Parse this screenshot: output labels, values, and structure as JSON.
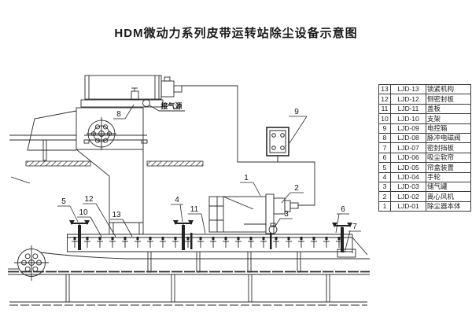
{
  "title": "HDM微动力系列皮带运转站除尘设备示意图",
  "colors": {
    "ink": "#2a2a2a",
    "paper": "#ffffff"
  },
  "diagram": {
    "air_source_label": "接气源",
    "callouts": [
      "1",
      "2",
      "3",
      "4",
      "5",
      "6",
      "7",
      "8",
      "9",
      "10",
      "11",
      "12",
      "13"
    ]
  },
  "parts_table": {
    "rows": [
      {
        "no": "13",
        "code": "LJD-13",
        "name": "锁紧机构"
      },
      {
        "no": "12",
        "code": "LJD-12",
        "name": "侧密封板"
      },
      {
        "no": "11",
        "code": "LJD-11",
        "name": "盖板"
      },
      {
        "no": "10",
        "code": "LJD-10",
        "name": "支架"
      },
      {
        "no": "9",
        "code": "LJD-09",
        "name": "电控箱"
      },
      {
        "no": "8",
        "code": "LJD-08",
        "name": "脉冲电磁阀"
      },
      {
        "no": "7",
        "code": "LJD-07",
        "name": "密封挡板"
      },
      {
        "no": "6",
        "code": "LJD-06",
        "name": "吸尘软帘"
      },
      {
        "no": "5",
        "code": "LJD-05",
        "name": "帘盒装置"
      },
      {
        "no": "4",
        "code": "LJD-04",
        "name": "手轮"
      },
      {
        "no": "3",
        "code": "LJD-03",
        "name": "储气罐"
      },
      {
        "no": "2",
        "code": "LJD-02",
        "name": "离心风机"
      },
      {
        "no": "1",
        "code": "LJD-01",
        "name": "除尘器本体"
      }
    ]
  }
}
